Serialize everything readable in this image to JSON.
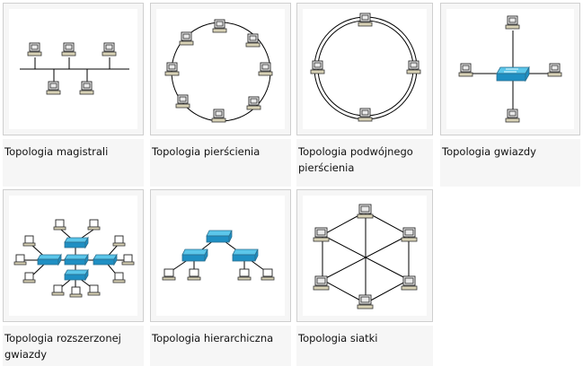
{
  "gallery": {
    "items": [
      {
        "caption": "Topologia magistrali",
        "icon": "bus-topology-diagram"
      },
      {
        "caption": "Topologia pierścienia",
        "icon": "ring-topology-diagram"
      },
      {
        "caption": "Topologia podwójnego pierścienia",
        "icon": "dual-ring-topology-diagram"
      },
      {
        "caption": "Topologia gwiazdy",
        "icon": "star-topology-diagram"
      },
      {
        "caption": "Topologia rozszerzonej gwiazdy",
        "icon": "extended-star-topology-diagram"
      },
      {
        "caption": "Topologia hierarchiczna",
        "icon": "hierarchical-topology-diagram"
      },
      {
        "caption": "Topologia siatki",
        "icon": "mesh-topology-diagram"
      }
    ]
  },
  "colors": {
    "switch_top": "#5bc6ea",
    "switch_front": "#1f8fc3",
    "frame_bg": "#f6f6f6",
    "frame_border": "#cfcfcf"
  }
}
